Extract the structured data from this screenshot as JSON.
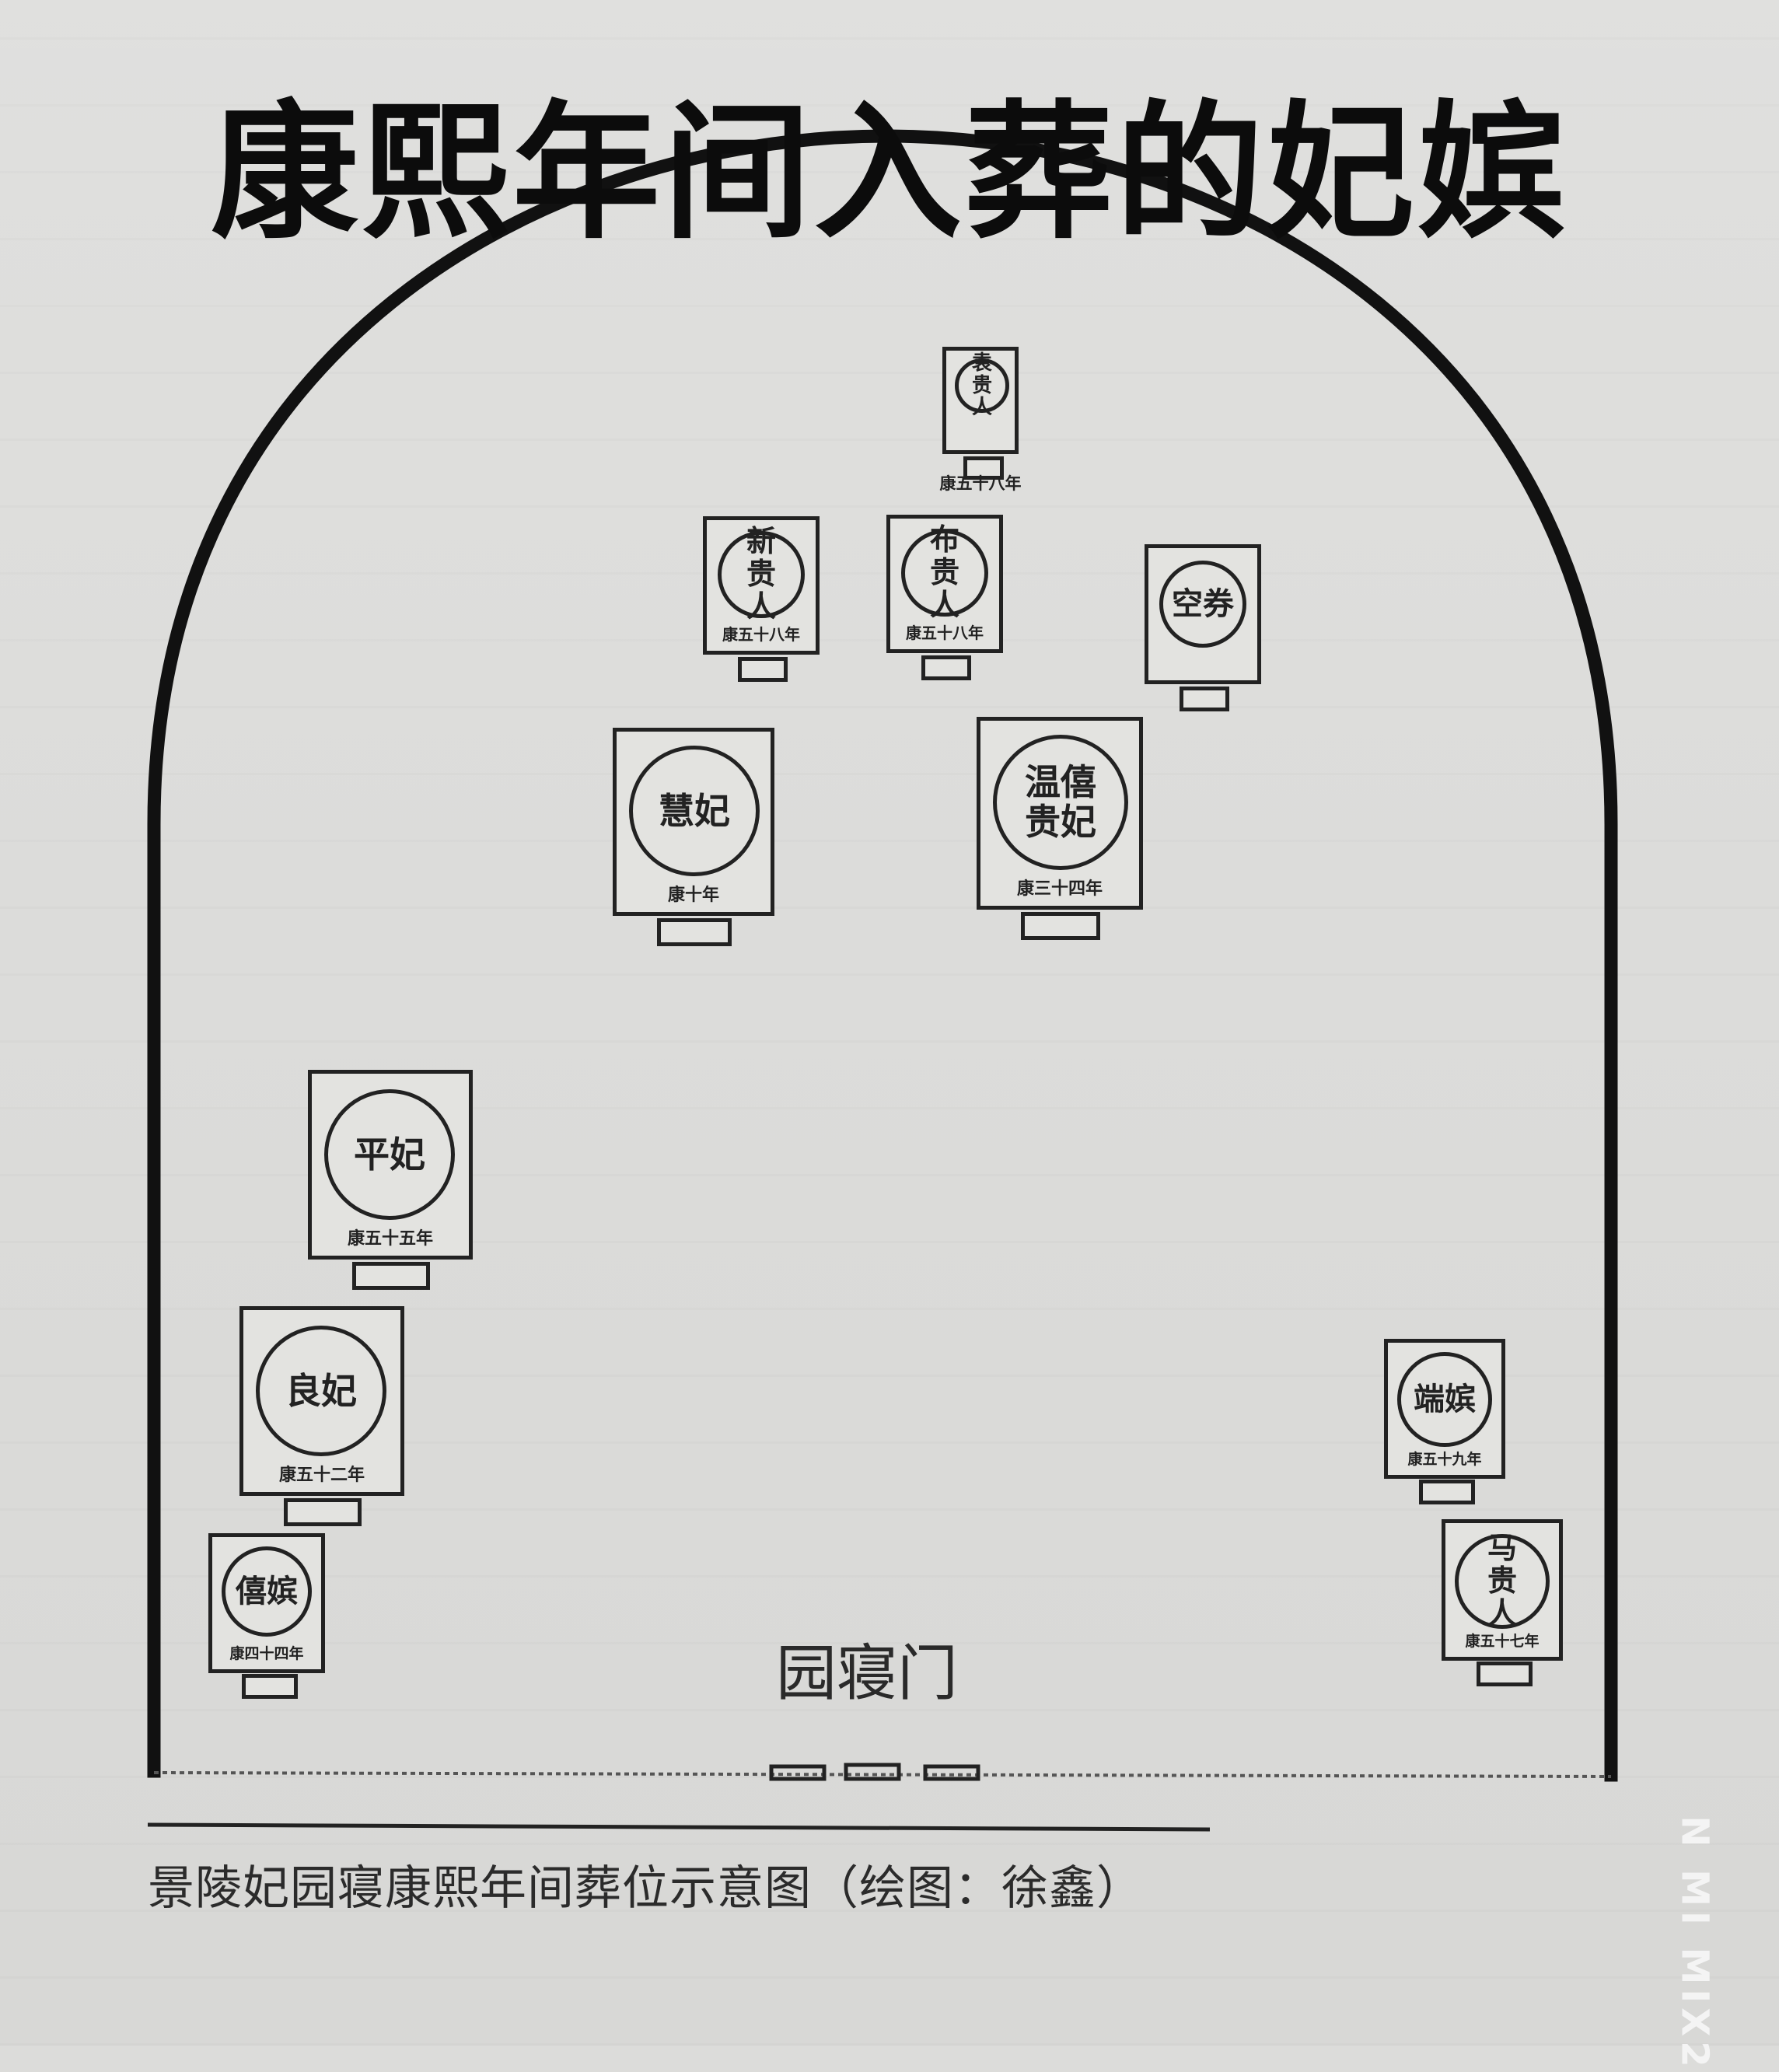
{
  "title": "康熙年间入葬的妃嫔",
  "gate_label": "园寝门",
  "caption": "景陵妃园寝康熙年间葬位示意图（绘图：徐鑫）",
  "watermark": "N MI MIX2",
  "tombs": [
    {
      "name": "袁贵人",
      "year": "康五十八年"
    },
    {
      "name": "新贵人",
      "year": "康五十八年"
    },
    {
      "name": "布贵人",
      "year": "康五十八年"
    },
    {
      "name": "空券",
      "year": ""
    },
    {
      "name": "慧妃",
      "year": "康十年"
    },
    {
      "name": "温僖贵妃",
      "year": "康三十四年"
    },
    {
      "name": "平妃",
      "year": "康五十五年"
    },
    {
      "name": "良妃",
      "year": "康五十二年"
    },
    {
      "name": "僖嫔",
      "year": "康四十四年"
    },
    {
      "name": "端嫔",
      "year": "康五十九年"
    },
    {
      "name": "马贵人",
      "year": "康五十七年"
    }
  ]
}
